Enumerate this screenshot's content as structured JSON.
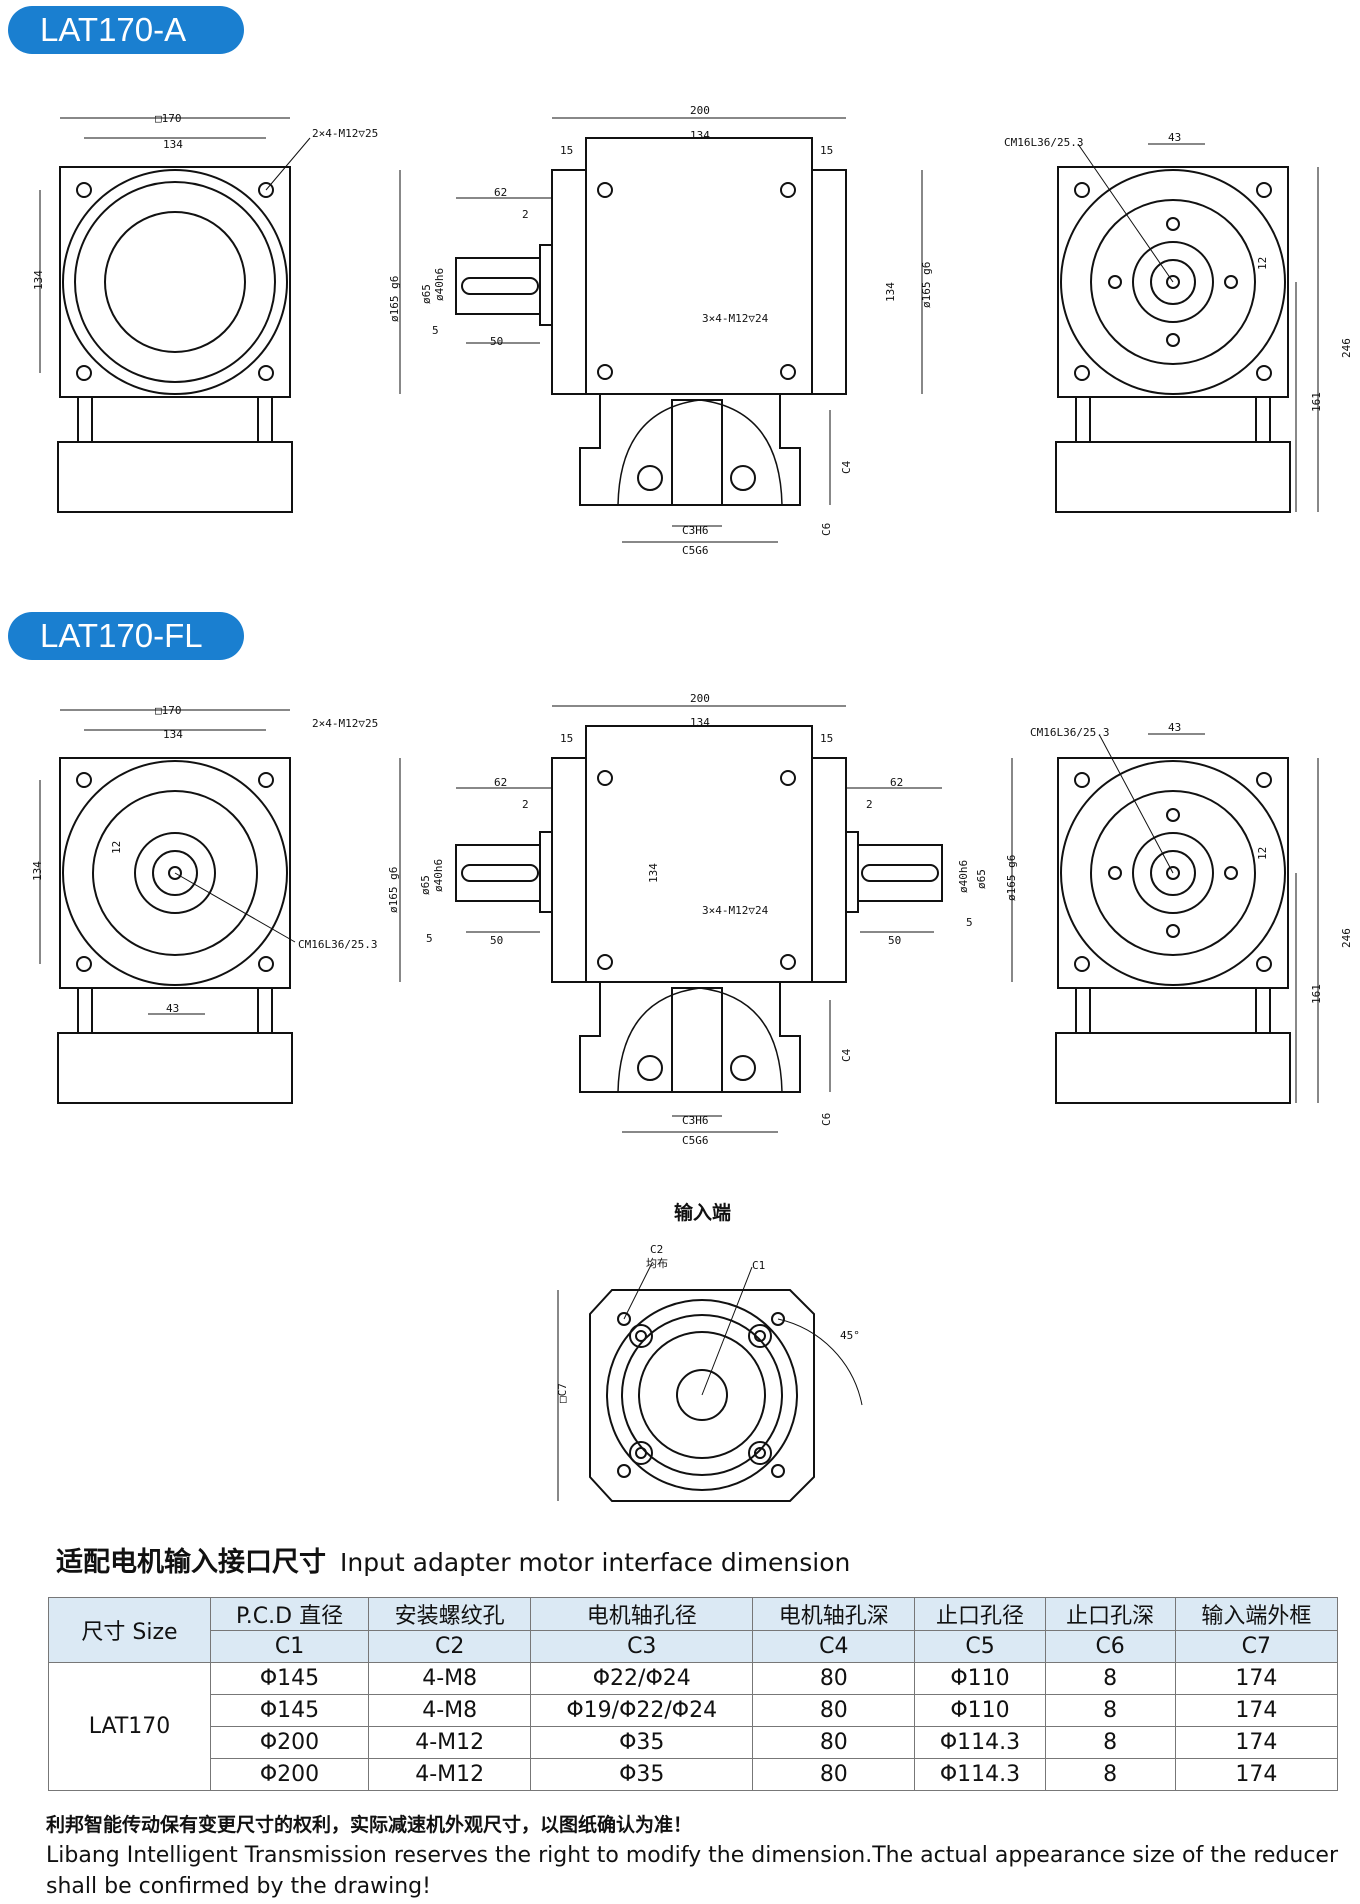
{
  "sections": [
    {
      "model": "LAT170-A"
    },
    {
      "model": "LAT170-FL"
    }
  ],
  "dims": {
    "sq170": "□170",
    "d134": "134",
    "d200": "200",
    "d15": "15",
    "d62": "62",
    "d2": "2",
    "d5": "5",
    "d50": "50",
    "d43": "43",
    "d12": "12",
    "d246": "246",
    "d161": "161",
    "holes_top": "2×4-M12▽25",
    "holes_side": "3×4-M12▽24",
    "phi165": "ø165 g6",
    "phi65": "ø65",
    "phi40": "ø40h6",
    "keyway": "CM16L36/25.3",
    "c4": "C4",
    "c6": "C6",
    "c3": "C3H6",
    "c5": "C5G6",
    "c7": "□C7",
    "c1": "C1",
    "c2": "C2",
    "even": "均布",
    "deg45": "45°",
    "input_end": "输入端"
  },
  "adapter": {
    "heading_cn": "适配电机输入接口尺寸",
    "heading_en": "Input adapter motor interface dimension",
    "size_label": "尺寸 Size",
    "columns_cn": [
      "P.C.D 直径",
      "安装螺纹孔",
      "电机轴孔径",
      "电机轴孔深",
      "止口孔径",
      "止口孔深",
      "输入端外框"
    ],
    "columns_code": [
      "C1",
      "C2",
      "C3",
      "C4",
      "C5",
      "C6",
      "C7"
    ],
    "model": "LAT170",
    "rows": [
      [
        "Φ145",
        "4-M8",
        "Φ22/Φ24",
        "80",
        "Φ110",
        "8",
        "174"
      ],
      [
        "Φ145",
        "4-M8",
        "Φ19/Φ22/Φ24",
        "80",
        "Φ110",
        "8",
        "174"
      ],
      [
        "Φ200",
        "4-M12",
        "Φ35",
        "80",
        "Φ114.3",
        "8",
        "174"
      ],
      [
        "Φ200",
        "4-M12",
        "Φ35",
        "80",
        "Φ114.3",
        "8",
        "174"
      ]
    ]
  },
  "notes": {
    "cn": "利邦智能传动保有变更尺寸的权利，实际减速机外观尺寸，以图纸确认为准！",
    "en": "Libang Intelligent Transmission reserves the right to modify the dimension.The actual appearance size of the reducer shall be confirmed by the drawing!"
  }
}
